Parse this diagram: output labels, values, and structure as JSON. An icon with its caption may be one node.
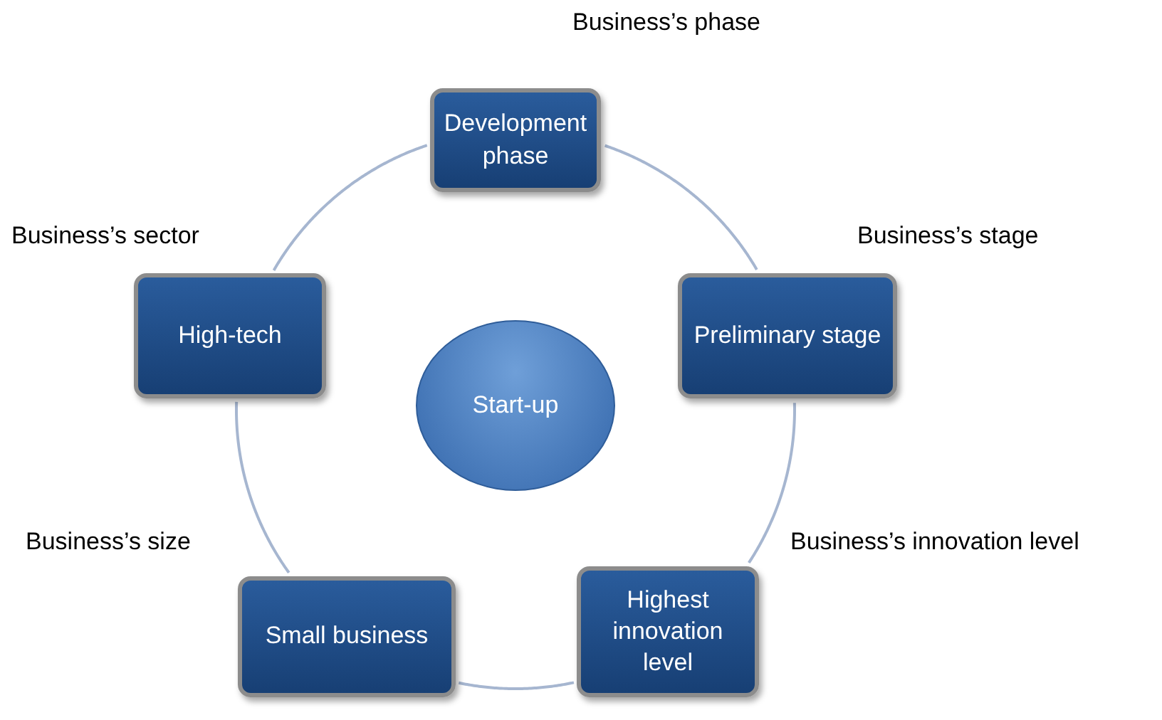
{
  "diagram": {
    "nodes": [
      {
        "text": [
          "Development phase"
        ],
        "beside": [
          "Business’s phase"
        ]
      },
      {
        "text": [
          "Preliminary stage"
        ],
        "beside": [
          "Business’s stage"
        ]
      },
      {
        "text": [
          "Highest innovation level"
        ],
        "beside": [
          "Business’s innovation level"
        ]
      },
      {
        "text": [
          "Small business"
        ],
        "beside": [
          "Business’s size"
        ]
      },
      {
        "text": [
          "High-tech"
        ],
        "beside": [
          "Business’s sector"
        ]
      },
      {
        "text": [
          "Start-up"
        ]
      }
    ],
    "edges": [
      {
        "from": 0,
        "to": 1,
        "arrow": "none"
      },
      {
        "from": 1,
        "to": 2,
        "arrow": "none"
      },
      {
        "from": 2,
        "to": 3,
        "arrow": "none"
      },
      {
        "from": 3,
        "to": 4,
        "arrow": "none"
      },
      {
        "from": 4,
        "to": 0,
        "arrow": "none"
      }
    ]
  }
}
